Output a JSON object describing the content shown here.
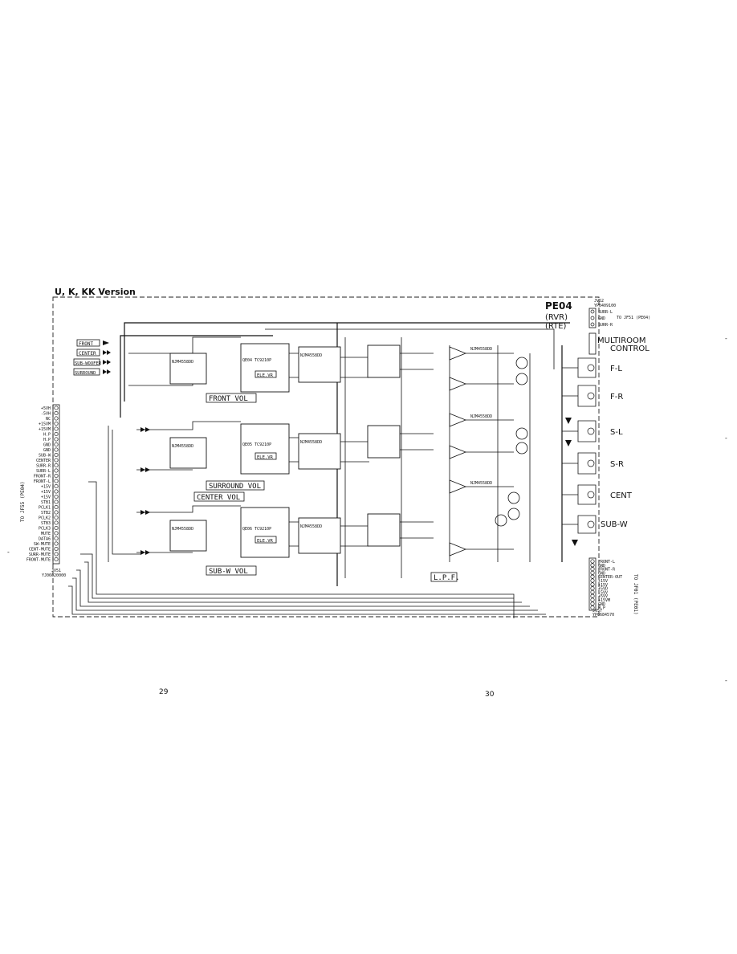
{
  "header": {
    "version_label": "U, K, KK Version"
  },
  "board": {
    "id": "PE04",
    "variant_1": "(RVR)",
    "variant_2": "(RTE)"
  },
  "legend": [
    "FRONT",
    "CENTER",
    "SUB-WOOFER",
    "SURROUND"
  ],
  "blocks": {
    "front_vol": "FRONT VOL",
    "surround_vol": "SURROUND VOL",
    "center_vol": "CENTER VOL",
    "subw_vol": "SUB-W VOL",
    "lpf": "L.P.F."
  },
  "ics": {
    "front_upper": "QE04 TC9210P",
    "front_label": "ELE.VR",
    "surr": "QE05 TC9210P",
    "surr_label": "ELE.VR",
    "center": "QE06 TC9210P",
    "center_label": "ELE.VR",
    "opamp": "NJM4558DD"
  },
  "output_labels": {
    "multiroom_1": "MULTIROOM",
    "multiroom_2": "CONTROL",
    "fl": "F-L",
    "fr": "F-R",
    "sl": "S-L",
    "sr": "S-R",
    "cent": "CENT",
    "subw": "SUB-W"
  },
  "top_right_connector": {
    "ref": "JV52",
    "part": "YP0409100",
    "pins": [
      "SURR-L",
      "GND",
      "SURR-R"
    ],
    "to_label": "TO JF51 (PE04)"
  },
  "left_connector": {
    "ref": "JV51",
    "part": "YJ06020000",
    "pins": [
      "+5VH",
      "-5VH",
      "NC",
      "+15VM",
      "+15VM",
      "H.P",
      "H.P",
      "GND",
      "GND",
      "SUB-W",
      "CENTER",
      "SURR-R",
      "SURR-L",
      "FRONT-R",
      "FRONT-L",
      "+15V",
      "+15V",
      "+15V",
      "STB1",
      "PCLK1",
      "STB2",
      "PCLK2",
      "STB3",
      "PCLK3",
      "MUTE",
      "DATA6",
      "SW-MUTE",
      "CENT-MUTE",
      "SURR-MUTE",
      "FRONT-MUTE"
    ],
    "side_label": "TO JF55 (PE04)"
  },
  "bottom_right_connector": {
    "ref": "JV57",
    "part": "YP0684570",
    "pins": [
      "FRONT-L",
      "GND",
      "FRONT-R",
      "GND",
      "CENTER-OUT",
      "+15V",
      "+15V",
      "+5VD",
      "-5VV",
      "+5VV",
      "+15VM",
      "GND",
      "H.P"
    ],
    "side_label": "TO JF01 (PE01)"
  },
  "page_numbers": {
    "left": "29",
    "right": "30"
  }
}
